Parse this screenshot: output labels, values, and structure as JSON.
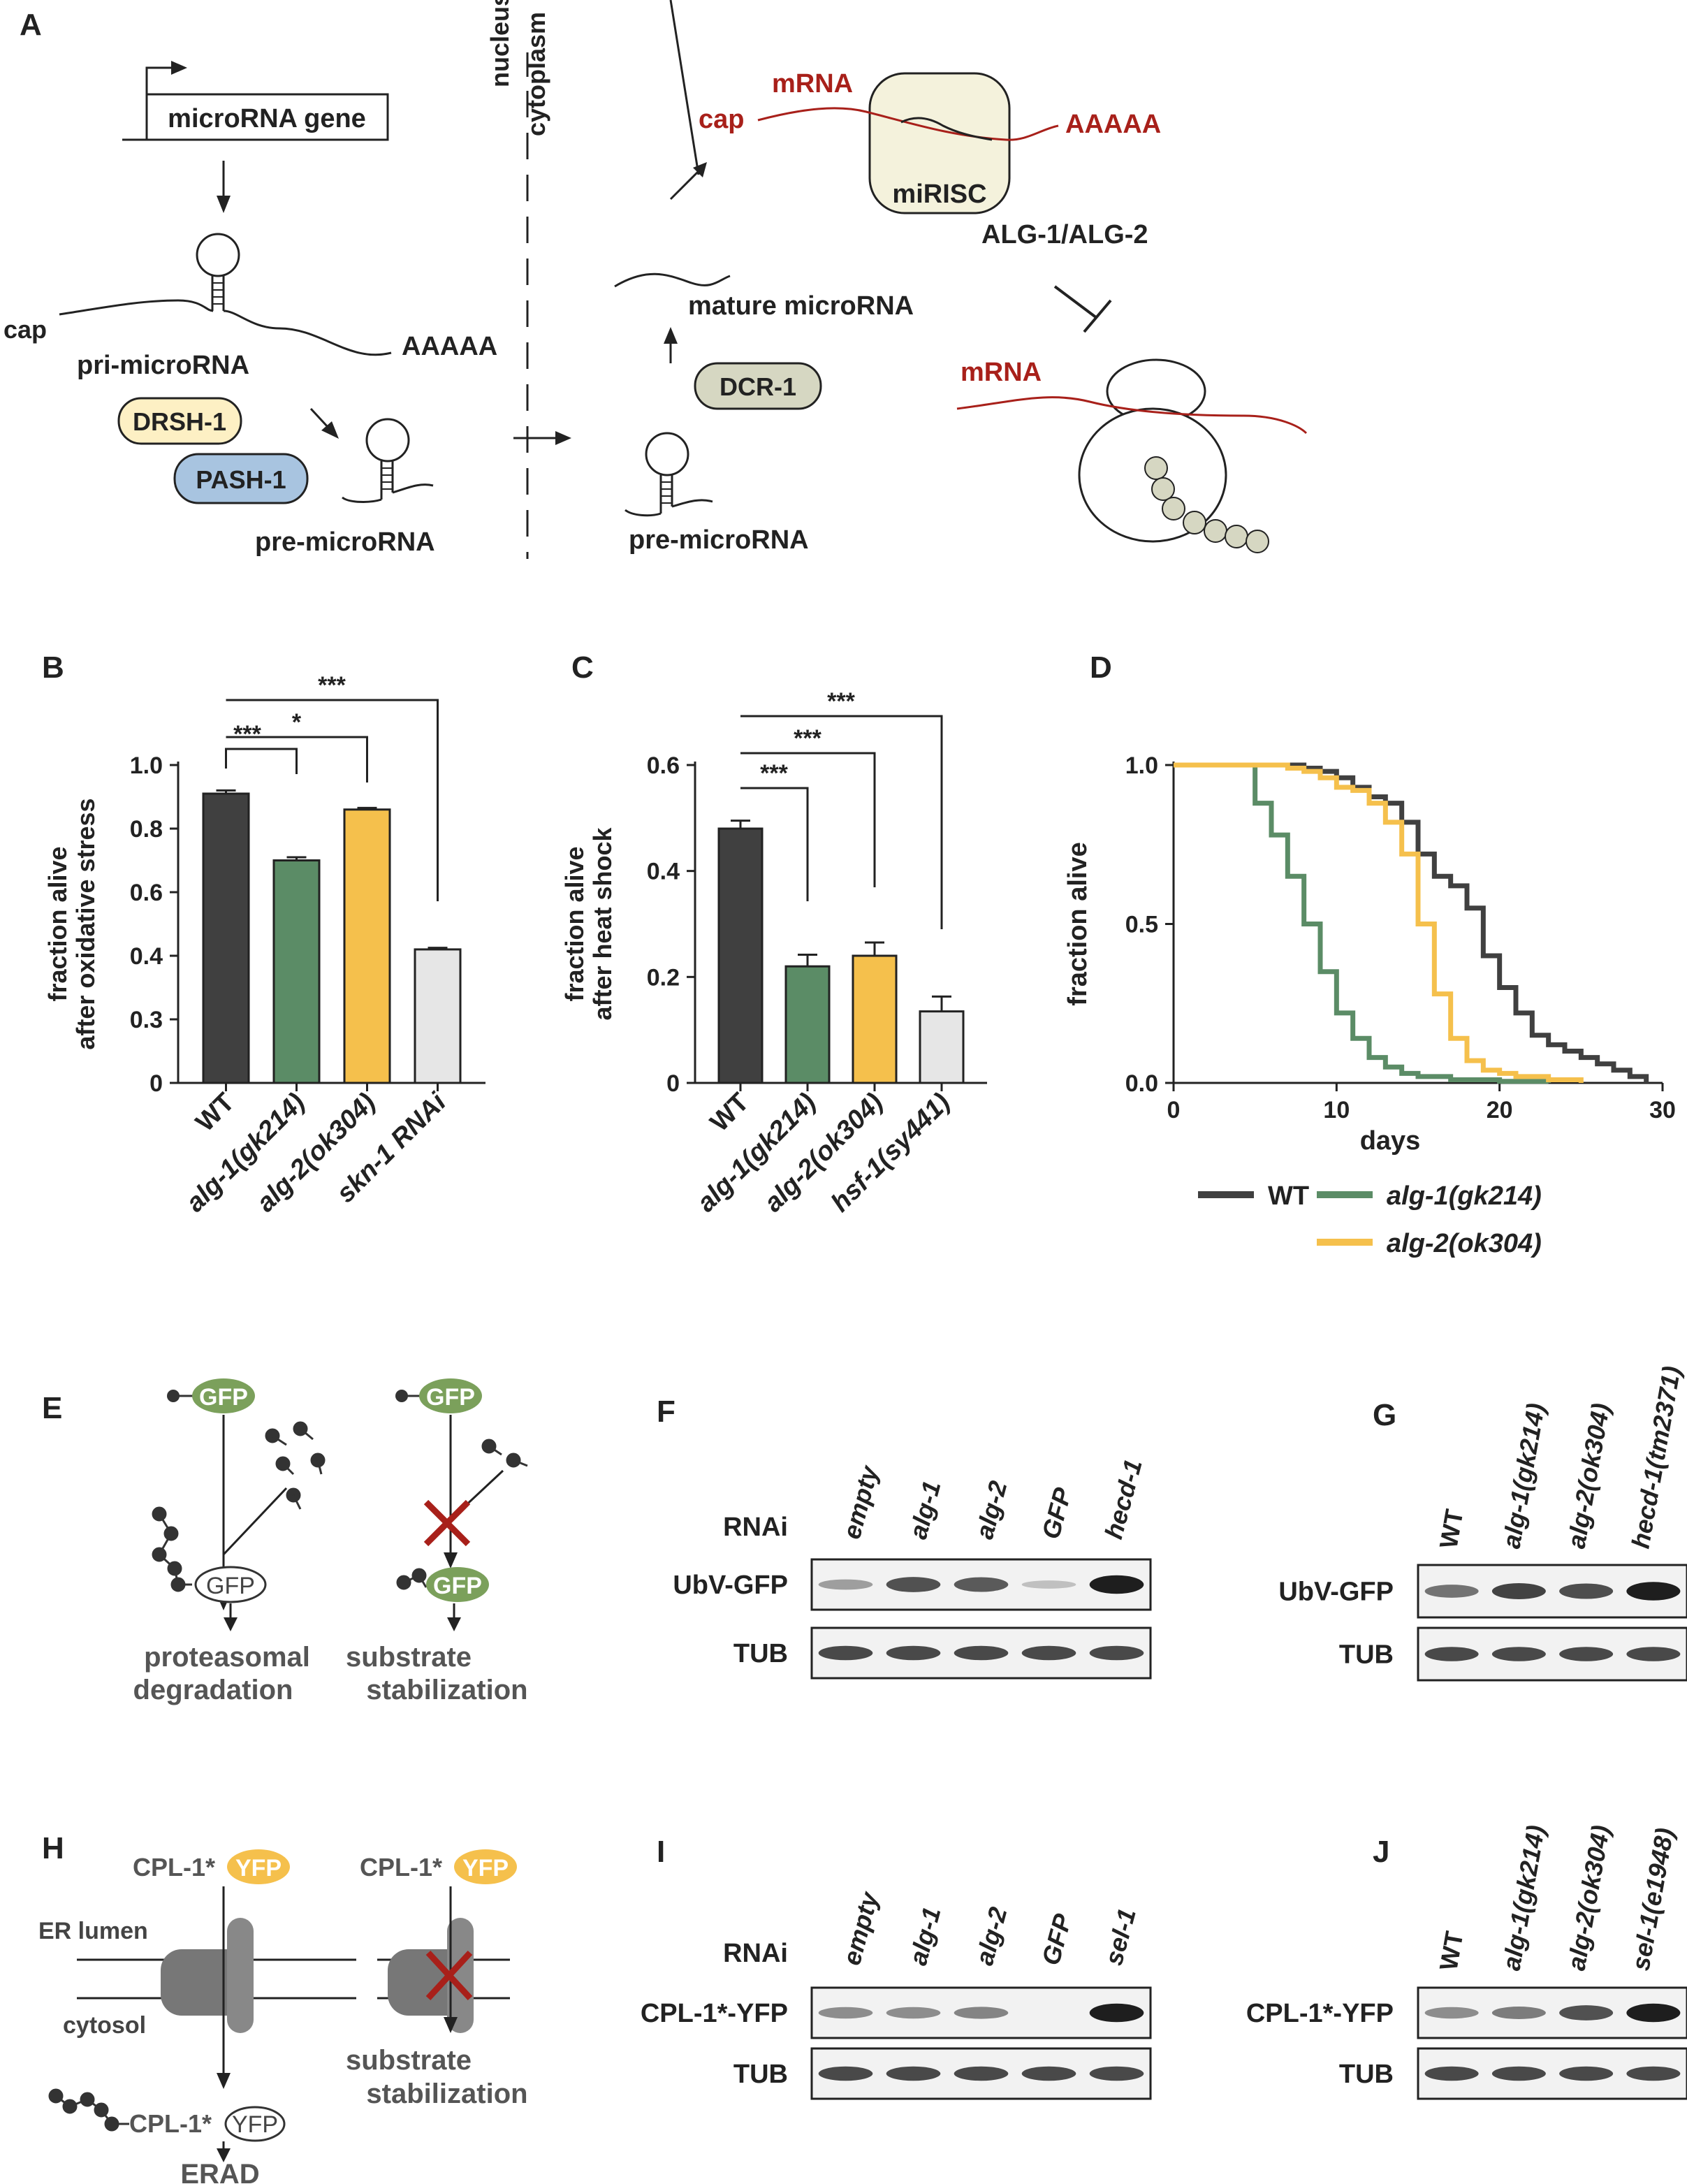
{
  "panel_letters": {
    "A": "A",
    "B": "B",
    "C": "C",
    "D": "D",
    "E": "E",
    "F": "F",
    "G": "G",
    "H": "H",
    "I": "I",
    "J": "J"
  },
  "panel_a": {
    "gene": "microRNA gene",
    "nucleus": "nucleus",
    "cytoplasm": "cytoplasm",
    "cap": "cap",
    "polyA": "AAAAA",
    "pri": "pri-microRNA",
    "pre": "pre-microRNA",
    "drsh": "DRSH-1",
    "pash": "PASH-1",
    "dcr": "DCR-1",
    "mature": "mature microRNA",
    "mrna": "mRNA",
    "mirisc": "miRISC",
    "alg": "ALG-1/ALG-2"
  },
  "chart_data": [
    {
      "type": "bar",
      "panel": "B",
      "categories": [
        "WT",
        "alg-1(gk214)",
        "alg-2(ok304)",
        "skn-1 RNAi"
      ],
      "values": [
        0.91,
        0.7,
        0.86,
        0.42
      ],
      "errors": [
        0.01,
        0.01,
        0.005,
        0.005
      ],
      "colors": [
        "#404040",
        "#5b8c66",
        "#f5c04c",
        "#e6e6e6"
      ],
      "ylabel": "fraction alive\nafter oxidative stress",
      "ylabel_lines": [
        "fraction alive",
        "after oxidative stress"
      ],
      "yticks": [
        "1.0",
        "0.8",
        "0.6",
        "0.4",
        "0.3",
        "0"
      ],
      "significance": [
        "***",
        "*",
        "***"
      ]
    },
    {
      "type": "bar",
      "panel": "C",
      "categories": [
        "WT",
        "alg-1(gk214)",
        "alg-2(ok304)",
        "hsf-1(sy441)"
      ],
      "values": [
        0.48,
        0.22,
        0.24,
        0.135
      ],
      "errors": [
        0.015,
        0.022,
        0.025,
        0.028
      ],
      "colors": [
        "#404040",
        "#5b8c66",
        "#f5c04c",
        "#e6e6e6"
      ],
      "ylabel": "fraction alive\nafter heat shock",
      "ylabel_lines": [
        "fraction alive",
        "after heat shock"
      ],
      "yticks": [
        "0.6",
        "0.4",
        "0.2",
        "0"
      ],
      "ylim": [
        0,
        0.6
      ],
      "significance": [
        "***",
        "***",
        "***"
      ]
    },
    {
      "type": "line",
      "panel": "D",
      "xlabel": "days",
      "ylabel": "fraction alive",
      "xlim": [
        0,
        30
      ],
      "ylim": [
        0,
        1
      ],
      "xticks": [
        0,
        10,
        20,
        30
      ],
      "yticks": [
        "1.0",
        "0.5",
        "0.0"
      ],
      "series": [
        {
          "name": "WT",
          "color": "#404040",
          "points": [
            [
              0,
              1
            ],
            [
              7,
              1
            ],
            [
              8,
              0.99
            ],
            [
              9,
              0.98
            ],
            [
              10,
              0.96
            ],
            [
              11,
              0.93
            ],
            [
              12,
              0.9
            ],
            [
              13,
              0.88
            ],
            [
              14,
              0.82
            ],
            [
              15,
              0.72
            ],
            [
              16,
              0.65
            ],
            [
              17,
              0.62
            ],
            [
              18,
              0.55
            ],
            [
              19,
              0.4
            ],
            [
              20,
              0.3
            ],
            [
              21,
              0.22
            ],
            [
              22,
              0.15
            ],
            [
              23,
              0.12
            ],
            [
              24,
              0.1
            ],
            [
              25,
              0.08
            ],
            [
              26,
              0.06
            ],
            [
              27,
              0.04
            ],
            [
              28,
              0.02
            ],
            [
              29,
              0
            ]
          ]
        },
        {
          "name": "alg-1(gk214)",
          "color": "#5b8c66",
          "points": [
            [
              0,
              1
            ],
            [
              4,
              1
            ],
            [
              5,
              0.88
            ],
            [
              6,
              0.78
            ],
            [
              7,
              0.65
            ],
            [
              8,
              0.5
            ],
            [
              9,
              0.35
            ],
            [
              10,
              0.22
            ],
            [
              11,
              0.14
            ],
            [
              12,
              0.08
            ],
            [
              13,
              0.05
            ],
            [
              14,
              0.03
            ],
            [
              15,
              0.02
            ],
            [
              17,
              0.01
            ],
            [
              20,
              0.005
            ],
            [
              23,
              0
            ]
          ]
        },
        {
          "name": "alg-2(ok304)",
          "color": "#f5c04c",
          "points": [
            [
              0,
              1
            ],
            [
              6,
              1
            ],
            [
              7,
              0.99
            ],
            [
              8,
              0.98
            ],
            [
              9,
              0.96
            ],
            [
              10,
              0.93
            ],
            [
              11,
              0.92
            ],
            [
              12,
              0.88
            ],
            [
              13,
              0.82
            ],
            [
              14,
              0.72
            ],
            [
              15,
              0.5
            ],
            [
              16,
              0.28
            ],
            [
              17,
              0.14
            ],
            [
              18,
              0.07
            ],
            [
              19,
              0.04
            ],
            [
              20,
              0.03
            ],
            [
              21,
              0.02
            ],
            [
              23,
              0.01
            ],
            [
              25,
              0
            ]
          ]
        }
      ]
    }
  ],
  "panel_e": {
    "gfp": "GFP",
    "prot1": "proteasomal",
    "prot2": "degradation",
    "stab1": "substrate",
    "stab2": "stabilization"
  },
  "panel_f": {
    "rnai": "RNAi",
    "lanes": [
      "empty",
      "alg-1",
      "alg-2",
      "GFP",
      "hecd-1"
    ],
    "rows": [
      "UbV-GFP",
      "TUB"
    ],
    "ubv_intensity": [
      0.25,
      0.7,
      0.65,
      0.05,
      1.0
    ]
  },
  "panel_g": {
    "lanes": [
      "WT",
      "alg-1(gk214)",
      "alg-2(ok304)",
      "hecd-1(tm2371)"
    ],
    "rows": [
      "UbV-GFP",
      "TUB"
    ],
    "ubv_intensity": [
      0.5,
      0.78,
      0.72,
      1.0
    ]
  },
  "panel_h": {
    "cpl": "CPL-1*",
    "yfp": "YFP",
    "er": "ER lumen",
    "cytosol": "cytosol",
    "erad": "ERAD",
    "stab1": "substrate",
    "stab2": "stabilization"
  },
  "panel_i": {
    "rnai": "RNAi",
    "lanes": [
      "empty",
      "alg-1",
      "alg-2",
      "GFP",
      "sel-1"
    ],
    "rows": [
      "CPL-1*-YFP",
      "TUB"
    ],
    "cpl_intensity": [
      0.35,
      0.35,
      0.4,
      0.0,
      1.0
    ]
  },
  "panel_j": {
    "lanes": [
      "WT",
      "alg-1(gk214)",
      "alg-2(ok304)",
      "sel-1(e1948)"
    ],
    "rows": [
      "CPL-1*-YFP",
      "TUB"
    ],
    "cpl_intensity": [
      0.35,
      0.45,
      0.7,
      1.0
    ]
  }
}
